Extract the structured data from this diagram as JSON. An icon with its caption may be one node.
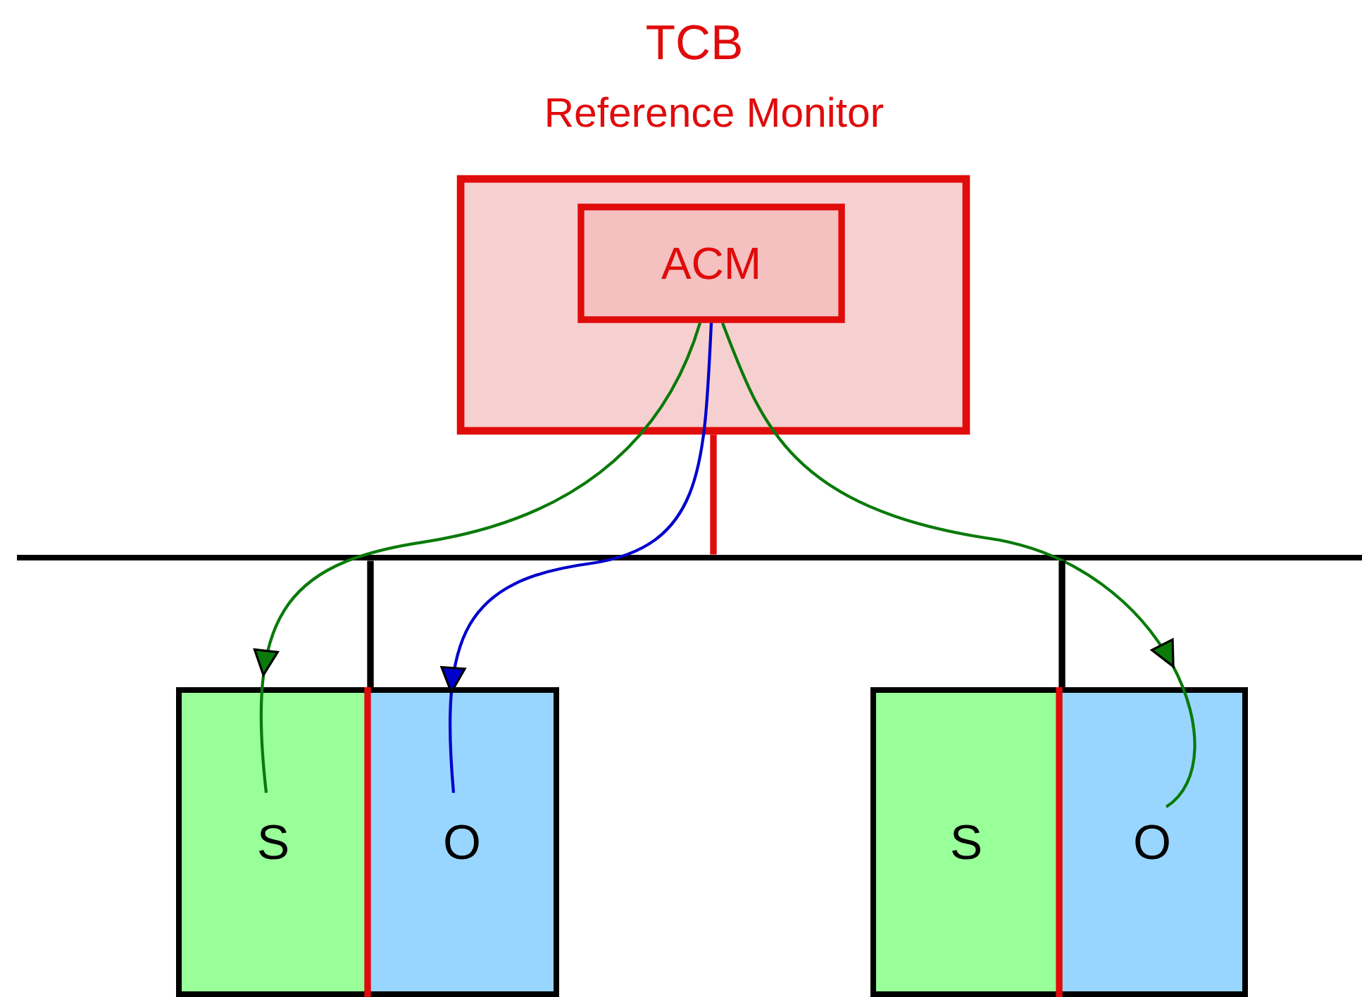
{
  "diagram": {
    "nodes": [
      {
        "text": [
          "TCB",
          "Reference Monitor"
        ]
      },
      {
        "text": [
          "ACM"
        ],
        "in": 0
      },
      {
        "text": [
          "S"
        ]
      },
      {
        "text": [
          "O"
        ]
      },
      {
        "text": [
          "S"
        ]
      },
      {
        "text": [
          "O"
        ]
      },
      {
        "text": [],
        "shape": "bar"
      }
    ],
    "edges": [
      {
        "from": 1,
        "to": 2,
        "arrow": "to"
      },
      {
        "from": 1,
        "to": 3,
        "arrow": "to",
        "color": "#0000cc"
      },
      {
        "from": 1,
        "to": 5,
        "arrow": "to"
      },
      {
        "from": 0,
        "to": 6,
        "arrow": "none",
        "style": "thick",
        "color": "#e00b0b"
      },
      {
        "from": 6,
        "to": 2,
        "arrow": "none",
        "style": "thick",
        "color": "#000000"
      },
      {
        "from": 6,
        "to": 4,
        "arrow": "none",
        "style": "thick",
        "color": "#000000"
      }
    ]
  }
}
